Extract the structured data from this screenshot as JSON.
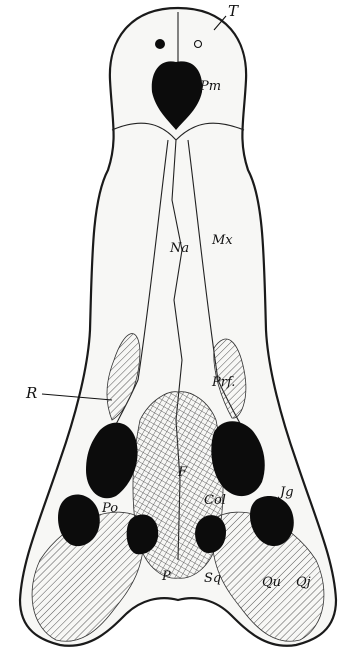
{
  "labels": {
    "t": "T",
    "pm": "Pm",
    "na": "Na",
    "mx": "Mx",
    "r": "R",
    "prf": "Prf.",
    "f": "F",
    "po": "Po",
    "col": "Col",
    "jg": "Jg",
    "p": "P",
    "sq": "Sq",
    "qu": "Qu",
    "qj": "Qj"
  }
}
